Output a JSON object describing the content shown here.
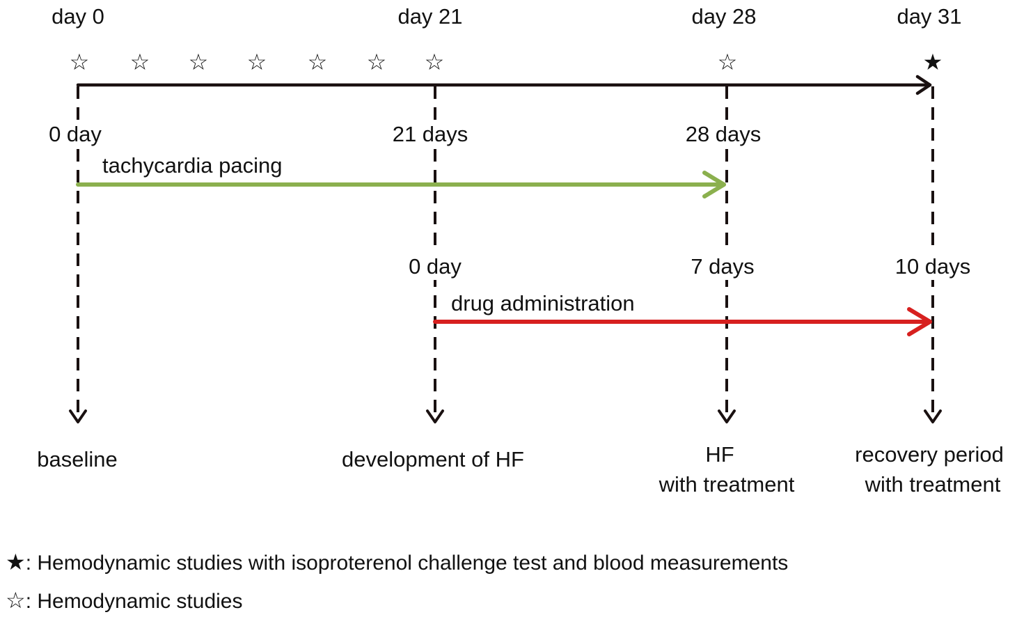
{
  "colors": {
    "timeline": "#1a1111",
    "pacing": "#8bb04e",
    "drug": "#d7201f",
    "text": "#111111"
  },
  "top_labels": [
    "day 0",
    "day 21",
    "day 28",
    "day 31"
  ],
  "stars": [
    "☆",
    "☆",
    "☆",
    "☆",
    "☆",
    "☆",
    "☆",
    "☆",
    "★"
  ],
  "pacing": {
    "ticks": [
      "0 day",
      "21 days",
      "28 days"
    ],
    "label": "tachycardia pacing"
  },
  "drug": {
    "ticks": [
      "0 day",
      "7 days",
      "10 days"
    ],
    "label": "drug administration"
  },
  "outcomes": {
    "baseline": "baseline",
    "development": "development of HF",
    "hf_line1": "HF",
    "hf_line2": "with treatment",
    "recovery_line1": "recovery period",
    "recovery_line2": "with treatment"
  },
  "legend": {
    "filled_symbol": "★",
    "filled_text": ": Hemodynamic studies with isoproterenol challenge test and blood measurements",
    "open_symbol": "☆",
    "open_text": ": Hemodynamic studies"
  }
}
